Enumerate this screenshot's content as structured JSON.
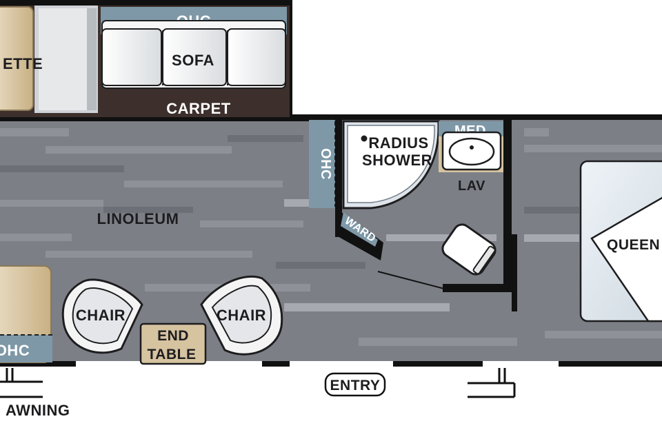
{
  "labels": {
    "dinette": "ETTE",
    "ohc_top": "OHC",
    "sofa": "SOFA",
    "carpet": "CARPET",
    "ohc_bath": "OHC",
    "radius_shower_1": "RADIUS",
    "radius_shower_2": "SHOWER",
    "med": "MED",
    "lav": "LAV",
    "ward": "WARD",
    "linoleum": "LINOLEUM",
    "queen_bed": "QUEEN BE",
    "chair_left": "CHAIR",
    "chair_right": "CHAIR",
    "end_table_1": "END",
    "end_table_2": "TABLE",
    "ohc_bottom": "OHC",
    "entry": "ENTRY",
    "awning": "AWNING"
  },
  "colors": {
    "floor_gray": "#7c7f86",
    "carpet_brown": "#3d302c",
    "cabinet_blue": "#7e98a7",
    "wood_tan": "#d6c3a0",
    "bed_blue": "#dfe7ee",
    "wall_black": "#111111"
  }
}
